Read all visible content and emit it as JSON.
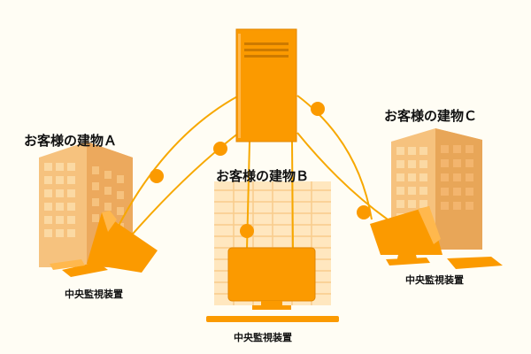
{
  "buildings": {
    "a": {
      "label": "お客様の建物Ａ"
    },
    "b": {
      "label": "お客様の建物Ｂ"
    },
    "c": {
      "label": "お客様の建物Ｃ"
    }
  },
  "devices": {
    "a": {
      "label": "中央監視装置"
    },
    "b": {
      "label": "中央監視装置"
    },
    "c": {
      "label": "中央監視装置"
    }
  },
  "colors": {
    "orange": "#fb9a00",
    "building_light": "#f6c27e",
    "building_dark": "#e8a658",
    "building_pale": "#ffe7bf",
    "window": "#fbd9a3",
    "line": "#f7a800"
  }
}
